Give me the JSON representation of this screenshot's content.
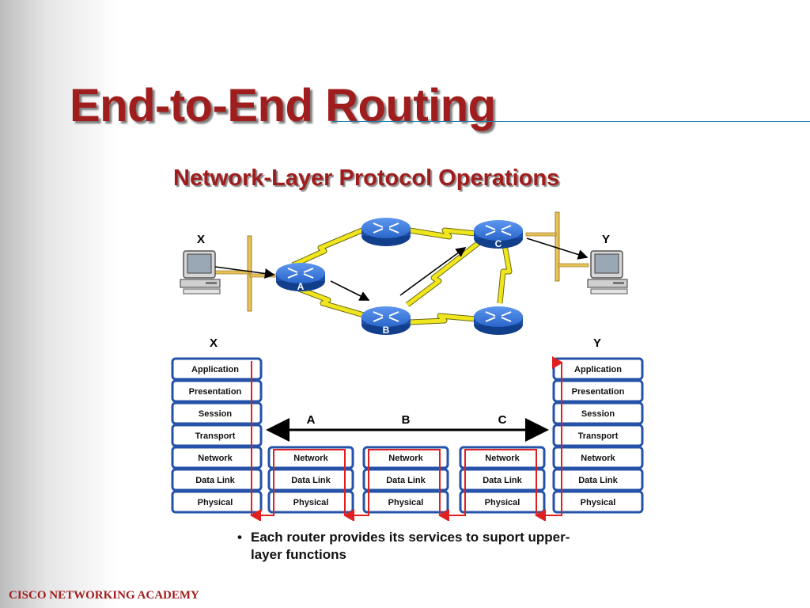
{
  "slide": {
    "title": "End-to-End Routing",
    "footer": "CISCO NETWORKING ACADEMY"
  },
  "diagram": {
    "title": "Network-Layer Protocol Operations",
    "hosts": {
      "source": "X",
      "destination": "Y"
    },
    "routers": [
      {
        "id": "A",
        "label": "A"
      },
      {
        "id": "B",
        "label": "B"
      },
      {
        "id": "C",
        "label": "C"
      },
      {
        "id": "top",
        "label": ""
      },
      {
        "id": "bottom-right",
        "label": ""
      }
    ],
    "stack_labels": {
      "left": "X",
      "right": "Y",
      "a": "A",
      "b": "B",
      "c": "C"
    },
    "full_stack": [
      "Application",
      "Presentation",
      "Session",
      "Transport",
      "Network",
      "Data Link",
      "Physical"
    ],
    "router_stack": [
      "Network",
      "Data Link",
      "Physical"
    ],
    "colors": {
      "title": "#a01d1d",
      "link": "#f0e61e",
      "router": "#1f5fc8",
      "path": "#e02020",
      "layer": "#2452a8"
    }
  },
  "bullet": {
    "icon": "bullet-dot",
    "text": "Each router provides its services to suport upper-layer functions"
  }
}
